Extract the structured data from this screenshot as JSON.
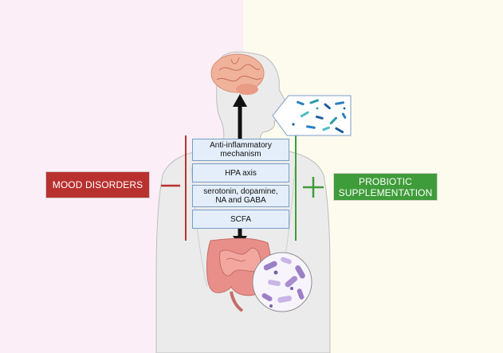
{
  "colors": {
    "left_bg": "#fceef6",
    "right_bg": "#fdfbee",
    "mood_red": "#b8312f",
    "probiotic_green": "#3f9c3a",
    "body_fill": "#ebebeb",
    "body_stroke": "#bdbdbd",
    "brain": "#f1b29c",
    "gut": "#e98f8a",
    "mechanism_fill": "#e3eefa",
    "mechanism_stroke": "#7a9cc4"
  },
  "labels": {
    "mood_disorders": "MOOD DISORDERS",
    "probiotic_supplementation": "PROBIOTIC\nSUPPLEMENTATION",
    "minus_sign": "−",
    "plus_sign": "+"
  },
  "mechanisms": [
    "Anti-inflammatory\nmechanism",
    "HPA axis",
    "serotonin, dopamine,\nNA and GABA",
    "SCFA"
  ],
  "icons": [
    "brain-icon",
    "bacteria-icon",
    "intestine-icon",
    "human-silhouette-icon",
    "arrow-up-icon",
    "arrow-down-icon"
  ]
}
